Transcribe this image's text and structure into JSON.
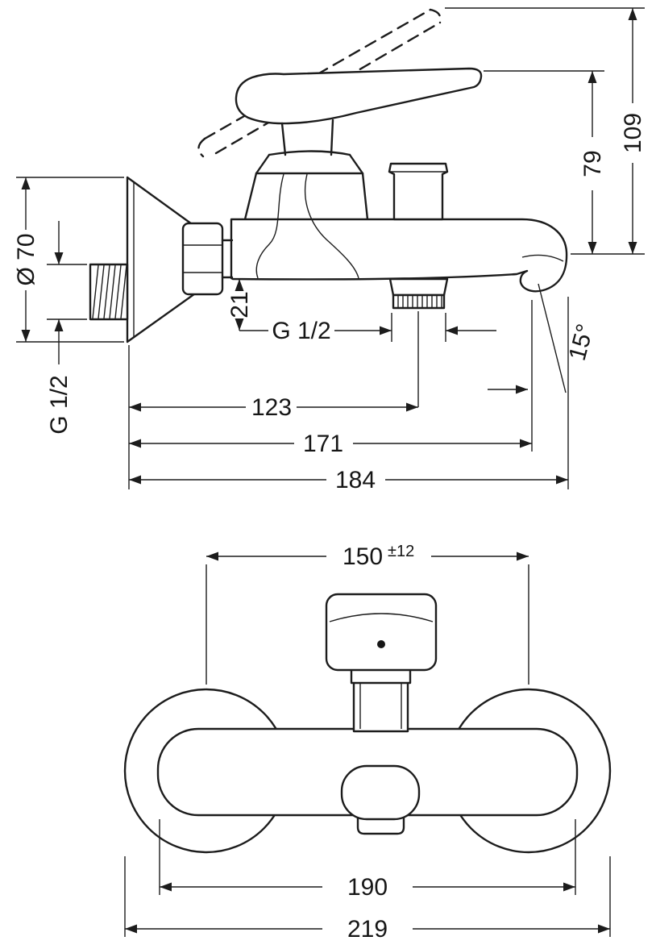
{
  "side_view": {
    "d79": "79",
    "d109": "109",
    "d70": "Ø 70",
    "g12_wall": "G 1/2",
    "d21": "21",
    "g12_outlet": "G 1/2",
    "d123": "123",
    "d171": "171",
    "d184": "184",
    "a15": "15°"
  },
  "front_view": {
    "d150": "150",
    "d150_tol": "±12",
    "d190": "190",
    "d219": "219"
  }
}
